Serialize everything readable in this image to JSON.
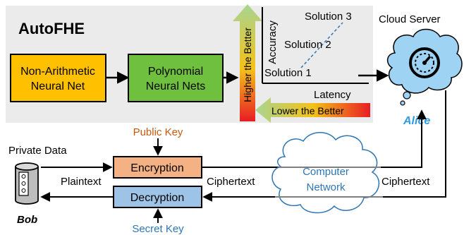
{
  "title": "AutoFHE",
  "boxes": {
    "non_arith": [
      "Non-Arithmetic",
      "Neural Net"
    ],
    "poly": [
      "Polynomial",
      "Neural Nets"
    ],
    "encryption": "Encryption",
    "decryption": "Decryption"
  },
  "plot": {
    "ylabel": "Accuracy",
    "xlabel": "Latency",
    "solutions": [
      "Solution 3",
      "Solution 2",
      "Solution 1"
    ]
  },
  "gradients": {
    "higher": "Higher the Better",
    "lower": "Lower the Better"
  },
  "labels": {
    "cloud_server": "Cloud Server",
    "alice": "Alice",
    "private_data": "Private Data",
    "bob": "Bob",
    "public_key": "Public Key",
    "secret_key": "Secret Key",
    "plaintext": "Plaintext",
    "ciphertext_left": "Ciphertext",
    "ciphertext_right": "Ciphertext",
    "network": [
      "Computer",
      "Network"
    ]
  },
  "colors": {
    "panel": "#ebebeb",
    "orange_box": "#ffc000",
    "green_box": "#70c040",
    "enc_box": "#f4b183",
    "dec_box": "#9dc3e6",
    "public_key_text": "#c55a11",
    "secret_key_text": "#2e75b6",
    "alice_text": "#2e9be0",
    "cloud_fill": "#9fd3f3",
    "network_text": "#2e75b6"
  },
  "icons": [
    "speedometer-icon",
    "database-icon",
    "cloud-icon"
  ]
}
